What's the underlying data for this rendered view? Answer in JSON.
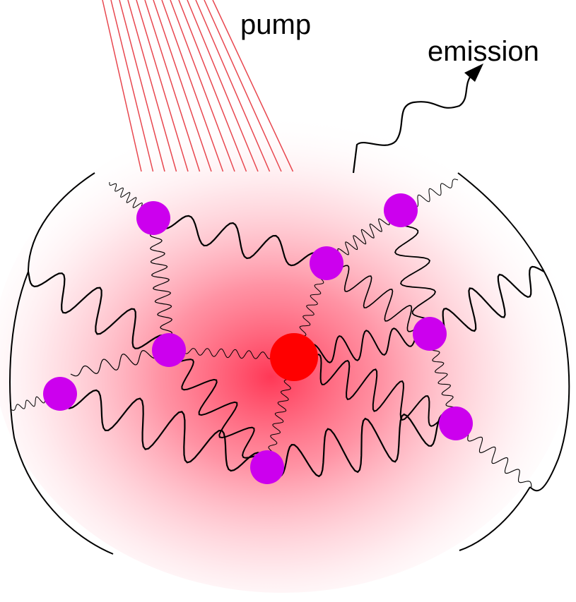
{
  "labels": {
    "pump": "pump",
    "emission": "emission"
  },
  "colors": {
    "background": "#ffffff",
    "cavity_glow_center": "#ff4d6a",
    "pump_beam": "#e8474f",
    "central_emitter": "#ff0000",
    "satellite_emitter": "#cc00ee",
    "coupling_line": "#000000"
  },
  "elements": {
    "central_emitter": "central-emitter",
    "satellite_emitters": 8
  }
}
